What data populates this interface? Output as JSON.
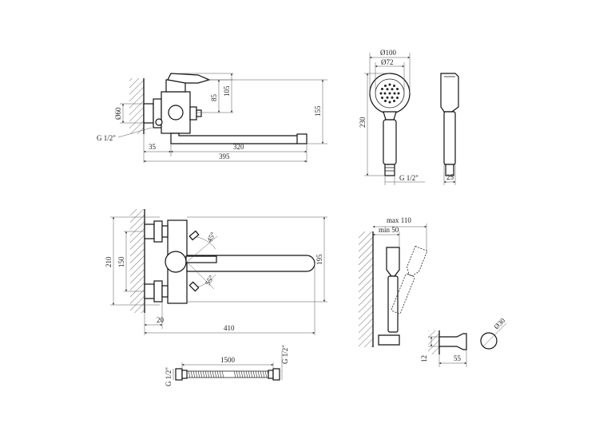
{
  "side_view": {
    "dim_ring": "Ø60",
    "dim_thread": "G 1/2\"",
    "dim_85": "85",
    "dim_105": "105",
    "dim_155": "155",
    "dim_35": "35",
    "dim_320": "320",
    "dim_395": "395"
  },
  "shower_head": {
    "dim_100": "Ø100",
    "dim_72": "Ø72",
    "dim_230": "230",
    "dim_thread": "G 1/2\"",
    "dim_25": "25"
  },
  "top_view": {
    "dim_210": "210",
    "dim_150": "150",
    "dim_45": "45°",
    "dim_55": "55°",
    "dim_195": "195",
    "dim_20": "20",
    "dim_410": "410"
  },
  "wall_holder": {
    "dim_max": "max 110",
    "dim_min": "min 50",
    "dim_30": "Ø30",
    "dim_12": "12",
    "dim_55": "55"
  },
  "hose": {
    "dim_thread_left": "G 1/2\"",
    "dim_length": "1500",
    "dim_thread_right": "G 1/2\""
  }
}
